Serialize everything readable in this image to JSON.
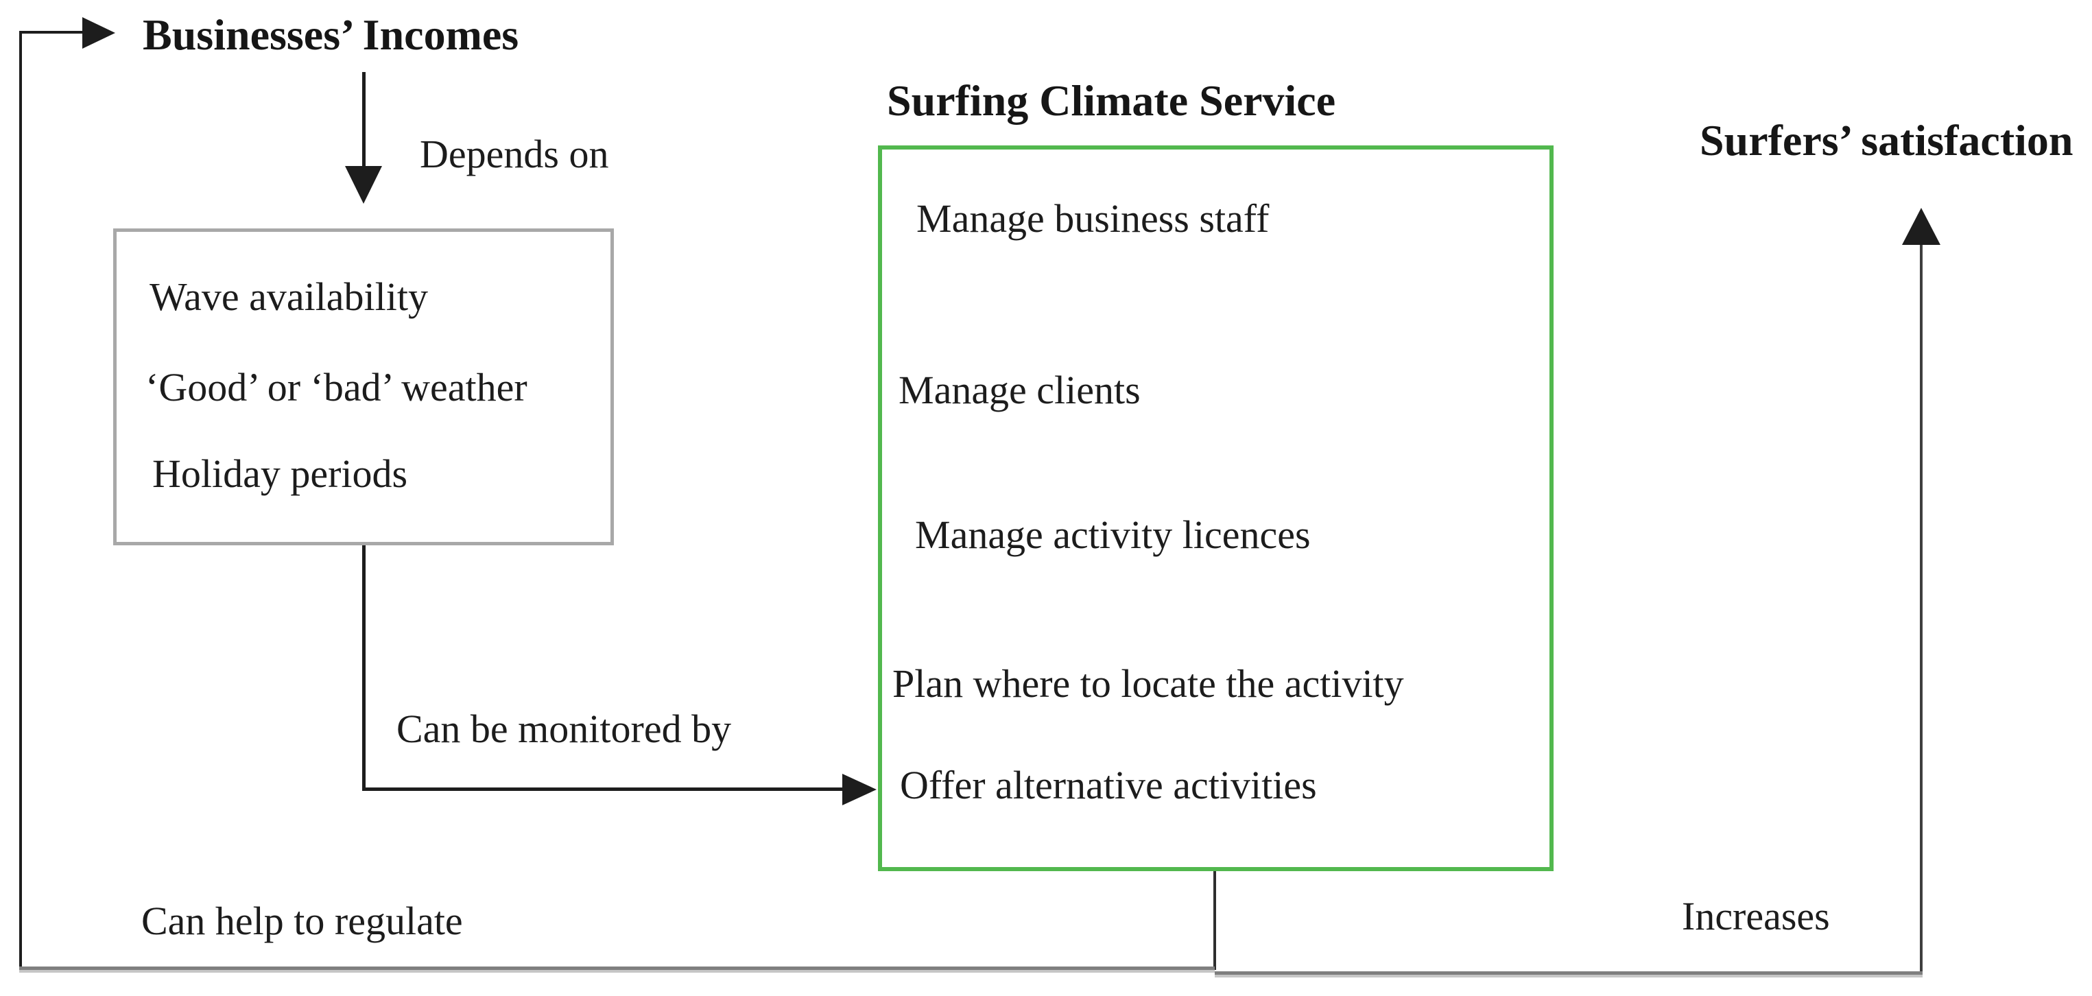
{
  "colors": {
    "scs_border_green": "#52b84e",
    "factors_border_gray": "#a8a8a8",
    "connector_black": "#1d1d1d",
    "connector_gray": "#7f7f7f"
  },
  "nodes": {
    "businesses_incomes": "Businesses’ Incomes",
    "surfers_satisfaction": "Surfers’ satisfaction"
  },
  "factors_box": {
    "items": [
      "Wave availability",
      "‘Good’ or ‘bad’ weather",
      "Holiday periods"
    ]
  },
  "scs_box": {
    "title": "Surfing Climate Service",
    "items": [
      "Manage business staff",
      "Manage clients",
      "Manage activity licences",
      "Plan where to locate the activity",
      "Offer alternative activities"
    ]
  },
  "edge_labels": {
    "depends_on": "Depends on",
    "can_be_monitored_by": "Can be monitored by",
    "can_help_to_regulate": "Can help to regulate",
    "increases": "Increases"
  }
}
